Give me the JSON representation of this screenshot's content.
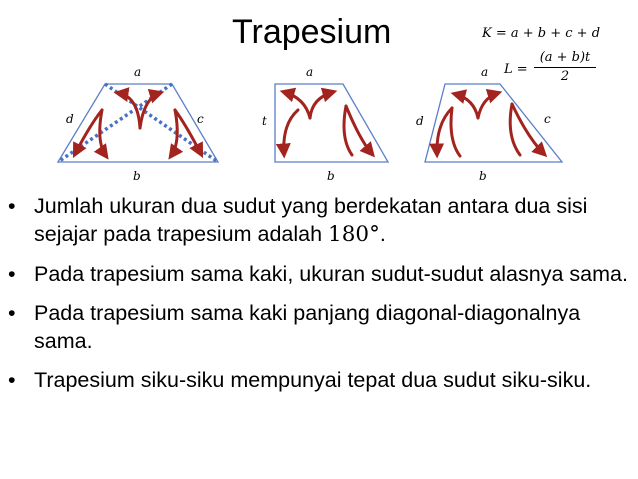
{
  "title": "Trapesium",
  "formulas": {
    "keliling": "K = a + b + c + d",
    "luas_lhs": "L =",
    "luas_num": "(a + b)t",
    "luas_den": "2"
  },
  "diagrams": {
    "left": {
      "top": "a",
      "bottom": "b",
      "left": "d",
      "right": "c"
    },
    "middle": {
      "top": "a",
      "bottom": "b",
      "left": "t"
    },
    "right": {
      "top": "a",
      "bottom": "b",
      "left": "d",
      "right": "c"
    }
  },
  "colors": {
    "edge": "#5b7fc8",
    "diagonal": "#4a72c4",
    "arrow": "#a3231e"
  },
  "bullet_glyph": "•",
  "bullets": [
    {
      "text": "Jumlah ukuran dua sudut yang berdekatan antara dua sisi sejajar pada trapesium adalah ",
      "math": "180°",
      "after": "."
    },
    {
      "text": "Pada trapesium sama kaki, ukuran sudut-sudut alasnya sama.",
      "math": "",
      "after": ""
    },
    {
      "text": "Pada trapesium sama kaki panjang diagonal-diagonalnya sama.",
      "math": "",
      "after": ""
    },
    {
      "text": "Trapesium siku-siku mempunyai tepat dua sudut siku-siku.",
      "math": "",
      "after": ""
    }
  ]
}
